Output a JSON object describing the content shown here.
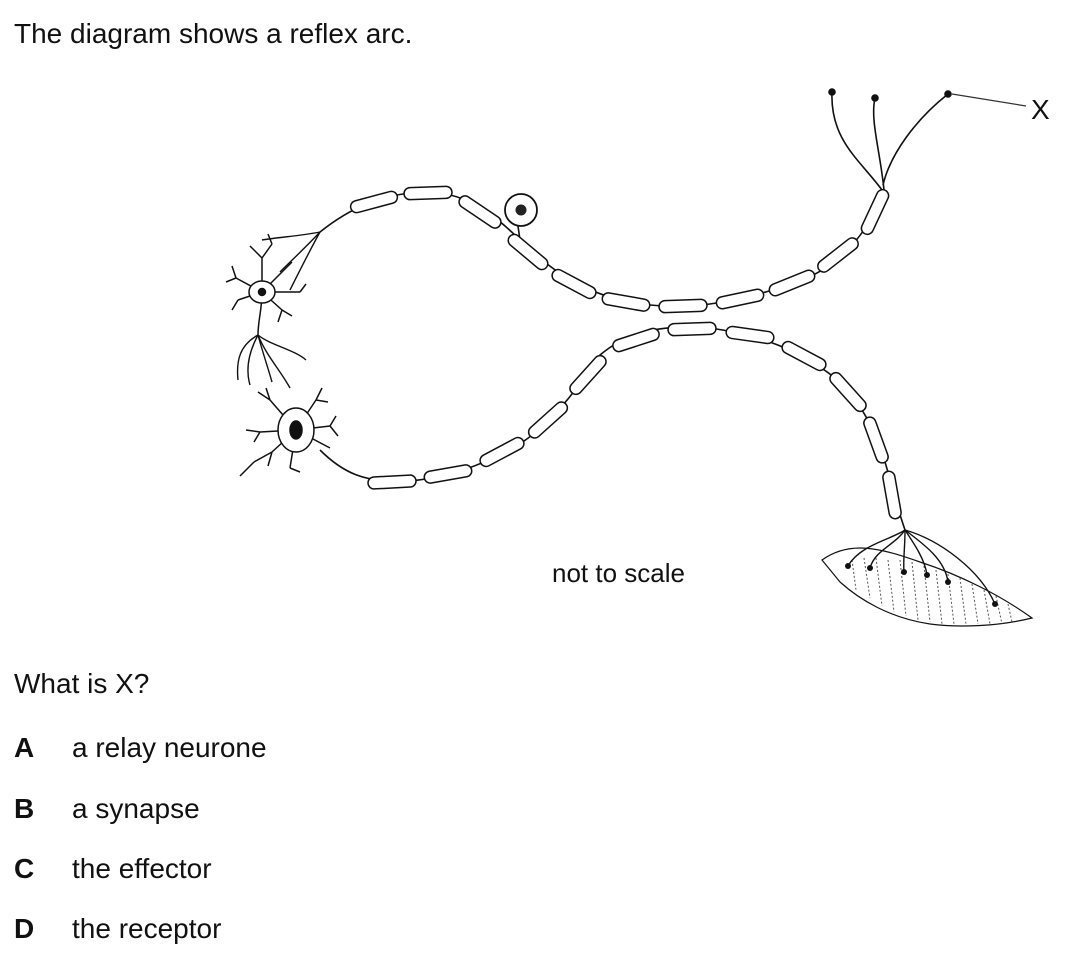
{
  "question": {
    "intro": "The diagram shows a reflex arc.",
    "prompt": "What is X?"
  },
  "diagram": {
    "pointer_label": "X",
    "scale_note": "not to scale"
  },
  "options": [
    {
      "letter": "A",
      "text": "a relay neurone"
    },
    {
      "letter": "B",
      "text": "a synapse"
    },
    {
      "letter": "C",
      "text": "the effector"
    },
    {
      "letter": "D",
      "text": "the receptor"
    }
  ],
  "colors": {
    "ink": "#111111",
    "background": "#ffffff"
  }
}
